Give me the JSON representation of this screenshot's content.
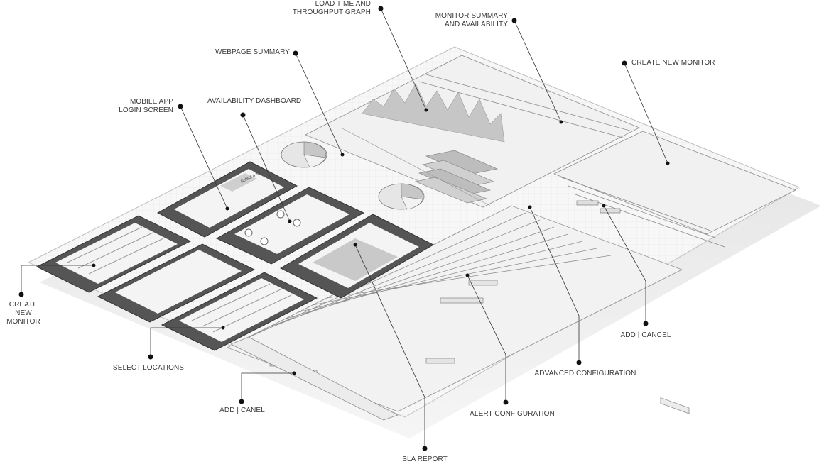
{
  "callouts": {
    "load_time_graph": "LOAD TIME AND\nTHROUGHPUT GRAPH",
    "monitor_summary": "MONITOR SUMMARY\nAND AVAILABILITY",
    "webpage_summary": "WEBPAGE SUMMARY",
    "create_new_monitor_top": "CREATE NEW MONITOR",
    "mobile_app_login": "MOBILE APP\nLOGIN SCREEN",
    "availability_dashboard": "AVAILABILITY DASHBOARD",
    "create_new_monitor_left": "CREATE NEW\nMONITOR",
    "select_locations": "SELECT LOCATIONS",
    "add_cancel_right": "ADD | CANCEL",
    "advanced_configuration": "ADVANCED CONFIGURATION",
    "alert_configuration": "ALERT CONFIGURATION",
    "add_canel_bottom": "ADD | CANEL",
    "sla_report": "SLA REPORT"
  },
  "mockup": {
    "phone_screen_title": "Select a Kit"
  },
  "colors": {
    "sheet_fill": "#f4f4f4",
    "grid_line": "#dcdcdc",
    "phone_body": "#555555",
    "callout_line": "#333333",
    "callout_dot": "#111111"
  }
}
